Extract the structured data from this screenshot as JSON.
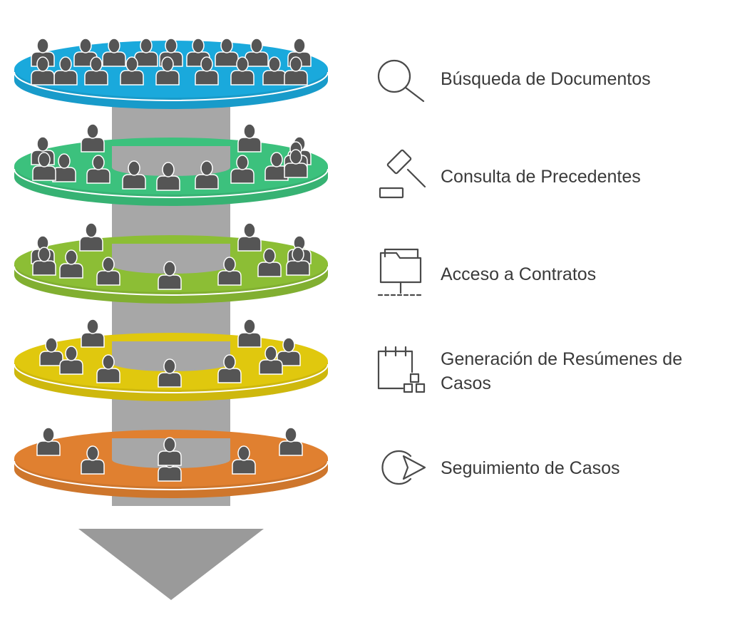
{
  "levels": [
    {
      "label": "Búsqueda de Documentos",
      "icon": "magnifier-icon",
      "color": "#1aa9dc",
      "people": 18
    },
    {
      "label": "Consulta de Precedentes",
      "icon": "gavel-icon",
      "color": "#3cc17d",
      "people": 14
    },
    {
      "label": "Acceso a Contratos",
      "icon": "network-folder-icon",
      "color": "#8cbe35",
      "people": 11
    },
    {
      "label": "Generación de Resúmenes de Casos",
      "icon": "calendar-tasks-icon",
      "color": "#e0c80e",
      "people": 9
    },
    {
      "label": "Seguimiento de Casos",
      "icon": "send-circle-icon",
      "color": "#e08030",
      "people": 6
    }
  ],
  "colors": {
    "column": "#a7a7a7",
    "arrow": "#9a9a9a",
    "person": "#555555",
    "text": "#3a3a3a"
  }
}
